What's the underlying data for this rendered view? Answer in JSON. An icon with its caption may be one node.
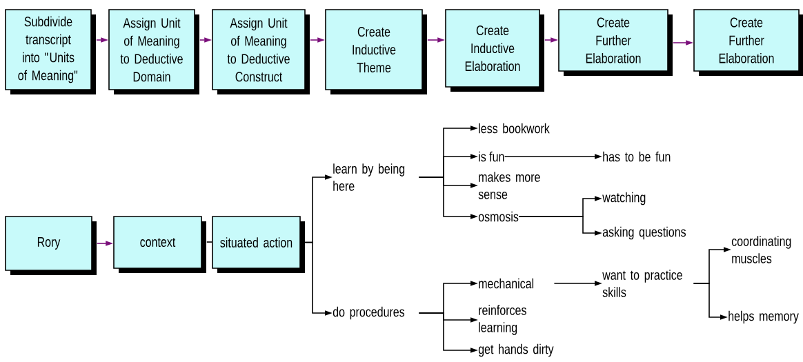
{
  "diagram": {
    "nodes": [
      {
        "text": [
          "Subdivide transcript into \"Units of Meaning\""
        ]
      },
      {
        "text": [
          "Assign Unit of Meaning to Deductive Domain"
        ]
      },
      {
        "text": [
          "Assign Unit of Meaning to Deductive Construct"
        ]
      },
      {
        "text": [
          "Create Inductive Theme"
        ]
      },
      {
        "text": [
          "Create Inductive Elaboration"
        ]
      },
      {
        "text": [
          "Create Further Elaboration"
        ]
      },
      {
        "text": [
          "Create Further Elaboration"
        ]
      },
      {
        "text": [
          "Rory"
        ]
      },
      {
        "text": [
          "context"
        ]
      },
      {
        "text": [
          "situated action"
        ]
      },
      {
        "text": [
          "learn by being here"
        ]
      },
      {
        "text": [
          "do procedures"
        ]
      },
      {
        "text": [
          "less bookwork"
        ]
      },
      {
        "text": [
          "is fun"
        ]
      },
      {
        "text": [
          "makes more sense"
        ]
      },
      {
        "text": [
          "osmosis"
        ]
      },
      {
        "text": [
          "has to be fun"
        ]
      },
      {
        "text": [
          "watching"
        ]
      },
      {
        "text": [
          "asking questions"
        ]
      },
      {
        "text": [
          "mechanical"
        ]
      },
      {
        "text": [
          "reinforces learning"
        ]
      },
      {
        "text": [
          "get hands dirty"
        ]
      },
      {
        "text": [
          "want to practice skills"
        ]
      },
      {
        "text": [
          "coordinating muscles"
        ]
      },
      {
        "text": [
          "helps memory"
        ]
      }
    ],
    "edges": [
      {
        "from": 0,
        "to": 1,
        "arrow": "to",
        "color": "#7b107b"
      },
      {
        "from": 1,
        "to": 2,
        "arrow": "to",
        "color": "#7b107b"
      },
      {
        "from": 2,
        "to": 3,
        "arrow": "to",
        "color": "#7b107b"
      },
      {
        "from": 3,
        "to": 4,
        "arrow": "to",
        "color": "#7b107b"
      },
      {
        "from": 4,
        "to": 5,
        "arrow": "to",
        "color": "#7b107b"
      },
      {
        "from": 5,
        "to": 6,
        "arrow": "to",
        "color": "#7b107b"
      },
      {
        "from": 7,
        "to": 8,
        "arrow": "to",
        "color": "#7b107b"
      },
      {
        "from": 8,
        "to": 9,
        "arrow": "none"
      },
      {
        "from": 9,
        "to": 10,
        "arrow": "to"
      },
      {
        "from": 9,
        "to": 11,
        "arrow": "to"
      },
      {
        "from": 10,
        "to": 12,
        "arrow": "to"
      },
      {
        "from": 10,
        "to": 13,
        "arrow": "to"
      },
      {
        "from": 10,
        "to": 14,
        "arrow": "to"
      },
      {
        "from": 10,
        "to": 15,
        "arrow": "to"
      },
      {
        "from": 13,
        "to": 16,
        "arrow": "to"
      },
      {
        "from": 15,
        "to": 17,
        "arrow": "to"
      },
      {
        "from": 15,
        "to": 18,
        "arrow": "to"
      },
      {
        "from": 11,
        "to": 19,
        "arrow": "to"
      },
      {
        "from": 11,
        "to": 20,
        "arrow": "to"
      },
      {
        "from": 11,
        "to": 21,
        "arrow": "to"
      },
      {
        "from": 19,
        "to": 22,
        "arrow": "to"
      },
      {
        "from": 22,
        "to": 23,
        "arrow": "to"
      },
      {
        "from": 22,
        "to": 24,
        "arrow": "to"
      }
    ]
  }
}
